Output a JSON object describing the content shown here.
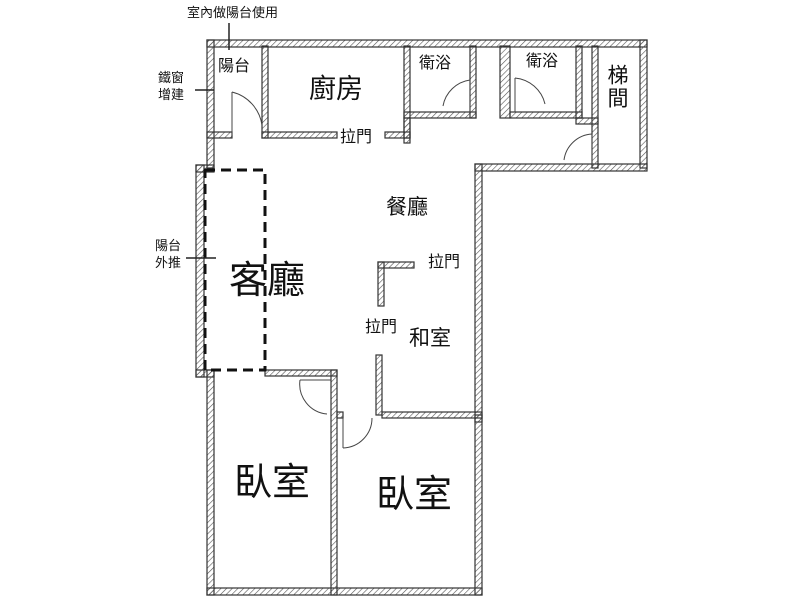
{
  "rooms": {
    "living_room": "客廳",
    "dining_room": "餐廳",
    "kitchen": "廚房",
    "balcony": "陽台",
    "bathroom_1": "衛浴",
    "bathroom_2": "衛浴",
    "stairwell": "梯間",
    "japanese_room": "和室",
    "bedroom_1": "臥室",
    "bedroom_2": "臥室"
  },
  "doors": {
    "kitchen_sliding": "拉門",
    "dining_sliding": "拉門",
    "japanese_sliding": "拉門"
  },
  "notes": {
    "indoor_balcony_use": "室內做陽台使用",
    "iron_window_addition": [
      "鐵窗",
      "增建"
    ],
    "balcony_pushed_out": [
      "陽台",
      "外推"
    ]
  },
  "colors": {
    "wall_hatch": "#555555",
    "text": "#111111",
    "background": "#ffffff"
  }
}
